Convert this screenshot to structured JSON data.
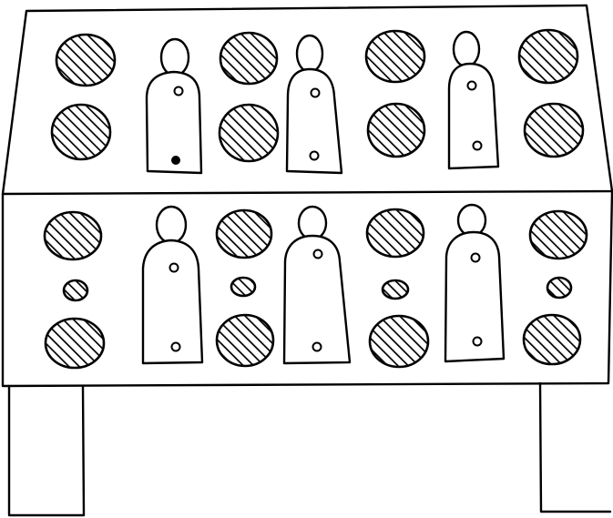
{
  "drawing": {
    "colors": {
      "line": "#000000",
      "background": "#ffffff",
      "hatch": "#000000"
    },
    "hatch_pattern": "diagonal-stripes",
    "upper_register": {
      "spot_columns": 4,
      "spots_per_column": 2,
      "figures": 3,
      "figure_dots": [
        {
          "upper": "open",
          "lower": "filled"
        },
        {
          "upper": "open",
          "lower": "open"
        },
        {
          "upper": "open",
          "lower": "open"
        }
      ]
    },
    "lower_register": {
      "spot_columns": 4,
      "spots_per_column": 3,
      "figures": 3,
      "figure_dots": [
        {
          "upper": "open",
          "lower": "open"
        },
        {
          "upper": "open",
          "lower": "open"
        },
        {
          "upper": "open",
          "lower": "open"
        }
      ]
    },
    "legs": 2
  }
}
